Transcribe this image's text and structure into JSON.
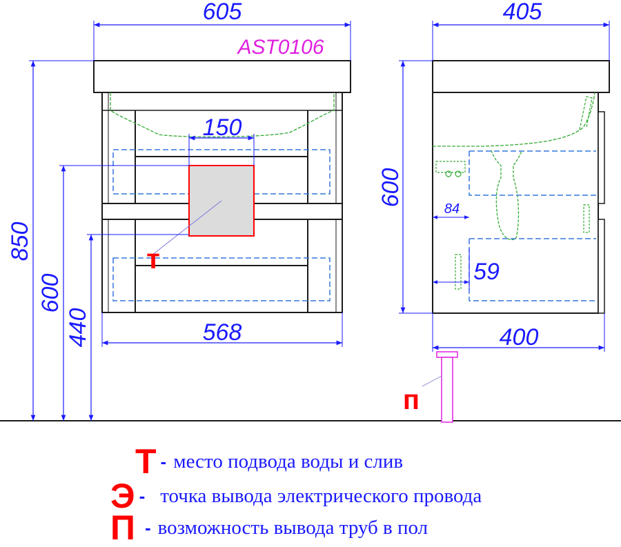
{
  "model_code": "AST0106",
  "front_view": {
    "top_width": "605",
    "bottom_width": "568",
    "height_total": "850",
    "height_600": "600",
    "height_440": "440",
    "opening_width": "150"
  },
  "side_view": {
    "top_depth": "405",
    "bottom_depth": "400",
    "height": "600",
    "dim_84": "84",
    "dim_59": "59"
  },
  "markers": {
    "t": "т",
    "p": "п"
  },
  "legend": [
    {
      "letter": "Т",
      "dash": "-",
      "text": "место подвода воды и слив"
    },
    {
      "letter": "Э",
      "dash": "-",
      "text": "точка вывода электрического провода"
    },
    {
      "letter": "П",
      "dash": "-",
      "text": "возможность вывода труб в пол"
    }
  ],
  "colors": {
    "dimension": "#1a1aff",
    "outline": "#1a1a1a",
    "hidden_lines": "#3377dd",
    "sink_outline": "#33aa33",
    "marker": "#ff0000",
    "model_code": "#e020e0",
    "pipe": "#e020e0"
  }
}
